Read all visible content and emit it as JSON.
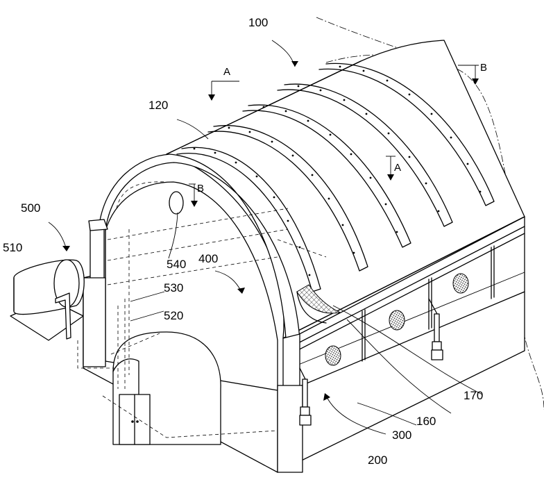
{
  "figure": {
    "labels": {
      "l100": "100",
      "l120": "120",
      "l160": "160",
      "l170": "170",
      "l200": "200",
      "l300": "300",
      "l400": "400",
      "l500": "500",
      "l510": "510",
      "l520": "520",
      "l530": "530",
      "l540": "540"
    },
    "section_marks": {
      "a_top": "A",
      "a_mid": "A",
      "b_right": "B",
      "b_left": "B"
    }
  }
}
